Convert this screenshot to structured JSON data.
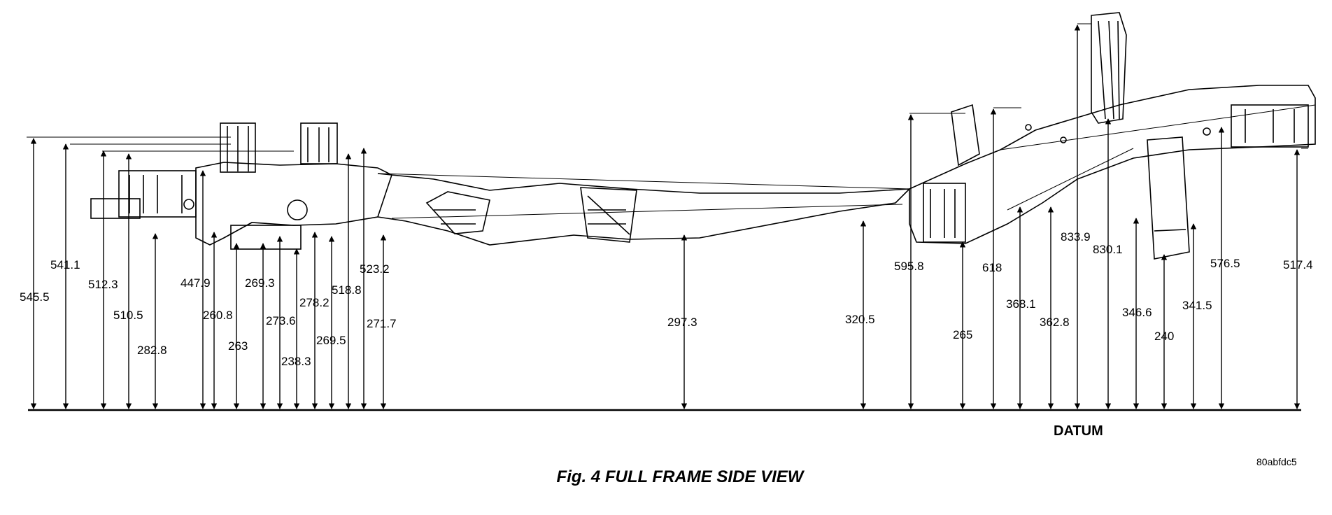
{
  "caption": "Fig. 4 FULL FRAME SIDE VIEW",
  "figure_id": "80abfdc5",
  "datum_label": "DATUM",
  "colors": {
    "ink": "#000000",
    "paper": "#ffffff"
  },
  "dimensions": [
    "545.5",
    "541.1",
    "512.3",
    "510.5",
    "282.8",
    "447.9",
    "260.8",
    "263",
    "269.3",
    "273.6",
    "238.3",
    "278.2",
    "269.5",
    "518.8",
    "523.2",
    "271.7",
    "297.3",
    "320.5",
    "595.8",
    "265",
    "618",
    "368.1",
    "362.8",
    "833.9",
    "830.1",
    "346.6",
    "240",
    "341.5",
    "576.5",
    "517.4"
  ]
}
